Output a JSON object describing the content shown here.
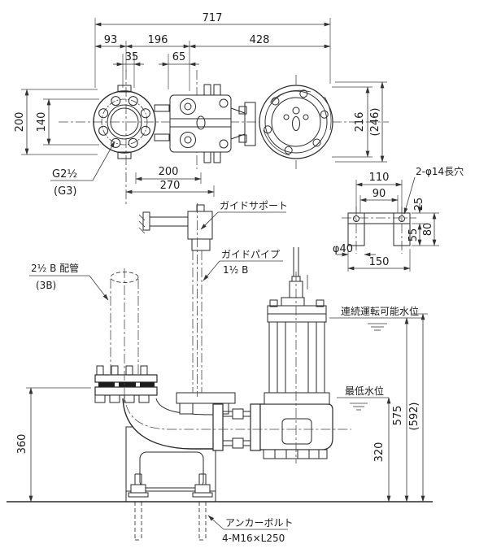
{
  "drawing": {
    "background": "#ffffff",
    "line_color": "#2a2a2a",
    "dims": {
      "w717": "717",
      "w93": "93",
      "w196": "196",
      "w428": "428",
      "w35": "35",
      "w65": "65",
      "flange_od": "200",
      "flange_bc": "140",
      "c200": "200",
      "c270": "270",
      "m216": "216",
      "m246": "(246)",
      "d110": "110",
      "d90": "90",
      "d25": "25",
      "d55": "55",
      "d80": "80",
      "d150": "150",
      "d40": "φ40",
      "h360": "360",
      "h320": "320",
      "h575": "575",
      "h592": "(592)"
    },
    "labels": {
      "thread": "G2½",
      "thread_alt": "(G3)",
      "slot": "2-φ14長穴",
      "guide_support": "ガイドサポート",
      "guide_pipe_1": "ガイドパイプ",
      "guide_pipe_2": "1½ B",
      "pipe_1": "2½ B 配管",
      "pipe_2": "(3B)",
      "water_continuous": "連続運転可能水位",
      "water_lowest": "最低水位",
      "anchor_1": "アンカーボルト",
      "anchor_2": "4-M16×L250"
    }
  }
}
